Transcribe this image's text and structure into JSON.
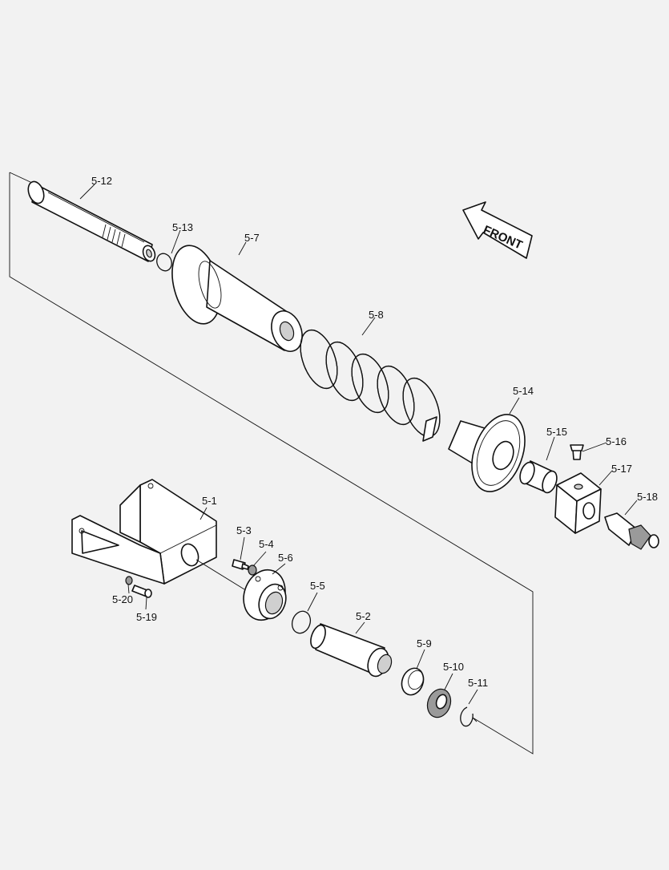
{
  "front_label": "FRONT",
  "labels": {
    "p5_1": "5-1",
    "p5_2": "5-2",
    "p5_3": "5-3",
    "p5_4": "5-4",
    "p5_5": "5-5",
    "p5_6": "5-6",
    "p5_7": "5-7",
    "p5_8": "5-8",
    "p5_9": "5-9",
    "p5_10": "5-10",
    "p5_11": "5-11",
    "p5_12": "5-12",
    "p5_13": "5-13",
    "p5_14": "5-14",
    "p5_15": "5-15",
    "p5_16": "5-16",
    "p5_17": "5-17",
    "p5_18": "5-18",
    "p5_19": "5-19",
    "p5_20": "5-20"
  }
}
